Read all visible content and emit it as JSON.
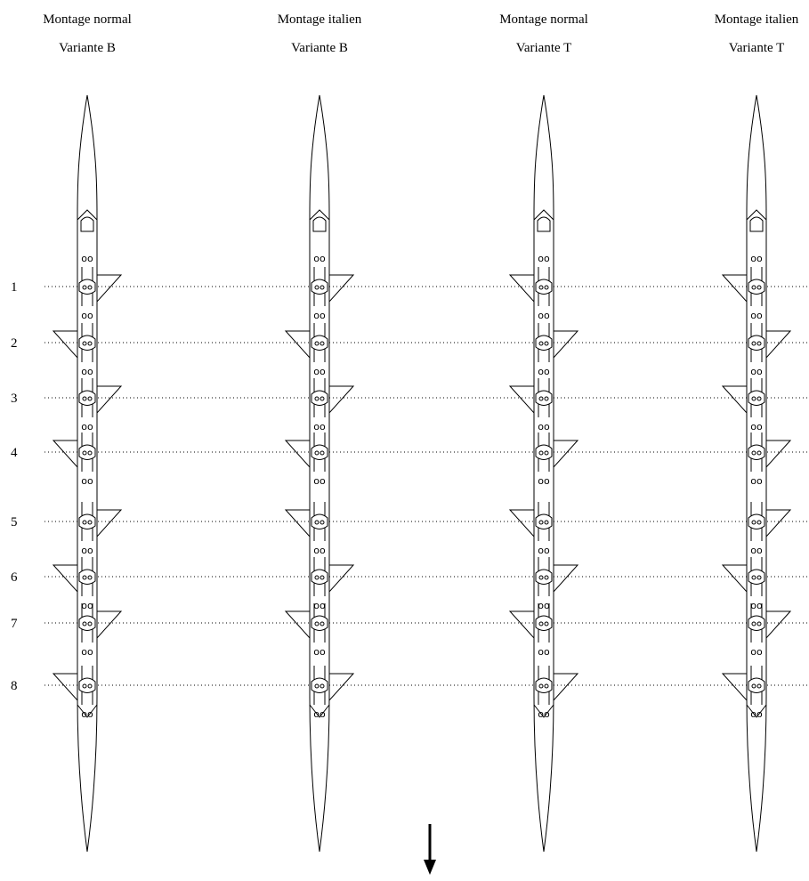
{
  "boats": [
    {
      "title_line1": "Montage normal",
      "title_line2": "Variante B",
      "rigger_sides": [
        "right",
        "left",
        "right",
        "left",
        "right",
        "left",
        "right",
        "left"
      ]
    },
    {
      "title_line1": "Montage italien",
      "title_line2": "Variante B",
      "rigger_sides": [
        "right",
        "left",
        "right",
        "left",
        "left",
        "right",
        "left",
        "right"
      ]
    },
    {
      "title_line1": "Montage normal",
      "title_line2": "Variante T",
      "rigger_sides": [
        "left",
        "right",
        "left",
        "right",
        "left",
        "right",
        "left",
        "right"
      ]
    },
    {
      "title_line1": "Montage italien",
      "title_line2": "Variante T",
      "rigger_sides": [
        "left",
        "right",
        "left",
        "right",
        "right",
        "left",
        "right",
        "left"
      ]
    }
  ],
  "seat_numbers": [
    "1",
    "2",
    "3",
    "4",
    "5",
    "6",
    "7",
    "8"
  ],
  "direction_arrow": "arrow-down-icon"
}
